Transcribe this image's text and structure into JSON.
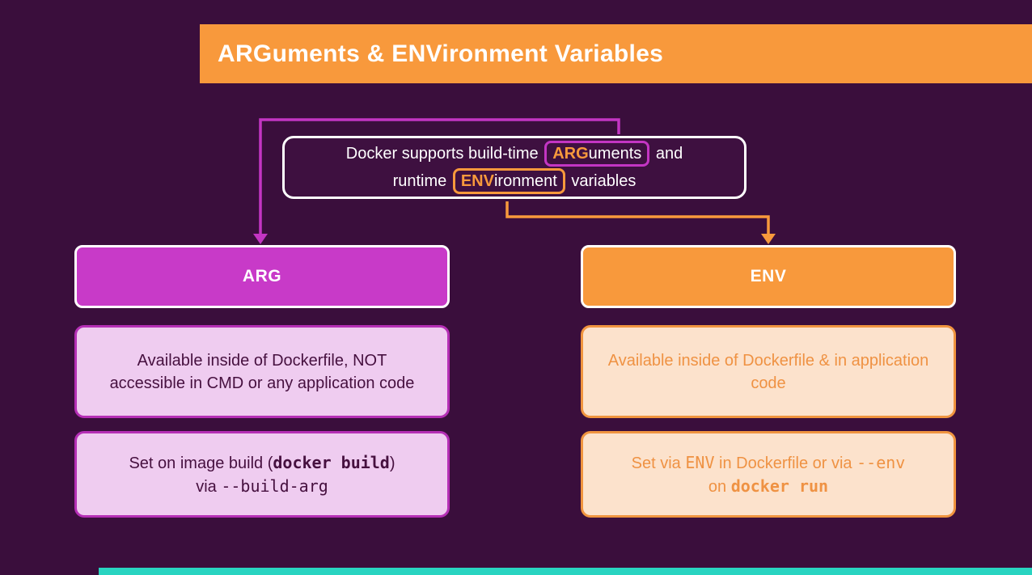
{
  "title": "ARGuments & ENVironment Variables",
  "colors": {
    "background": "#3a0e3c",
    "accent_orange": "#f8993c",
    "accent_magenta": "#c335c3",
    "arg_header_fill": "#c83ac8",
    "env_header_fill": "#f8993c",
    "light_magenta_fill": "#efccf0",
    "light_magenta_border": "#b52fb5",
    "light_orange_fill": "#fce2cc",
    "light_orange_border": "#f0943f",
    "dark_purple_text": "#46103f",
    "orange_text": "#ef9243",
    "teal_bar": "#29d4c1",
    "white": "#ffffff"
  },
  "intro": {
    "line1_pre": "Docker supports build-time ",
    "arg_bold": "ARG",
    "arg_rest": "uments",
    "line1_post": " and",
    "line2_pre": "runtime ",
    "env_bold": "ENV",
    "env_rest": "ironment",
    "line2_post": " variables"
  },
  "arg": {
    "header": "ARG",
    "card1": "Available inside of Dockerfile, NOT accessible in CMD or any application code",
    "card2": {
      "line1_pre": "Set on image build (",
      "code1": "docker build",
      "line1_post": ")",
      "line2_pre": "via ",
      "code2": "--build-arg"
    }
  },
  "env": {
    "header": "ENV",
    "card1": "Available inside of Dockerfile & in application code",
    "card2": {
      "line1_pre": "Set via ",
      "code1": "ENV",
      "line1_mid": " in Dockerfile or via ",
      "code2": "--env",
      "line2_pre": "on ",
      "code3": "docker run"
    }
  }
}
